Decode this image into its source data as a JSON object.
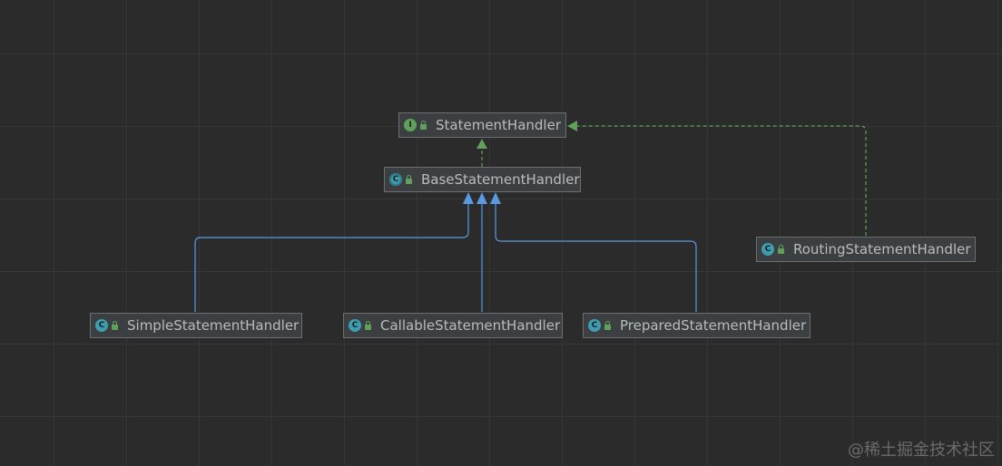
{
  "diagram": {
    "nodes": {
      "statement_handler": {
        "label": "StatementHandler",
        "kind": "interface",
        "icon": "I"
      },
      "base_statement_handler": {
        "label": "BaseStatementHandler",
        "kind": "abstract-class",
        "icon": "C"
      },
      "routing_statement_handler": {
        "label": "RoutingStatementHandler",
        "kind": "class",
        "icon": "C"
      },
      "simple_statement_handler": {
        "label": "SimpleStatementHandler",
        "kind": "class",
        "icon": "C"
      },
      "callable_statement_handler": {
        "label": "CallableStatementHandler",
        "kind": "class",
        "icon": "C"
      },
      "prepared_statement_handler": {
        "label": "PreparedStatementHandler",
        "kind": "class",
        "icon": "C"
      }
    },
    "edges": [
      {
        "from": "BaseStatementHandler",
        "to": "StatementHandler",
        "type": "implements"
      },
      {
        "from": "RoutingStatementHandler",
        "to": "StatementHandler",
        "type": "implements"
      },
      {
        "from": "SimpleStatementHandler",
        "to": "BaseStatementHandler",
        "type": "extends"
      },
      {
        "from": "CallableStatementHandler",
        "to": "BaseStatementHandler",
        "type": "extends"
      },
      {
        "from": "PreparedStatementHandler",
        "to": "BaseStatementHandler",
        "type": "extends"
      }
    ],
    "colors": {
      "background": "#2b2b2b",
      "grid": "#363636",
      "node_fill": "#3c3f41",
      "node_border": "#6e6e6e",
      "text": "#bbbbbb",
      "implements_edge": "#5fa05a",
      "extends_edge": "#5a9ae0"
    }
  },
  "watermark": "@稀土掘金技术社区"
}
